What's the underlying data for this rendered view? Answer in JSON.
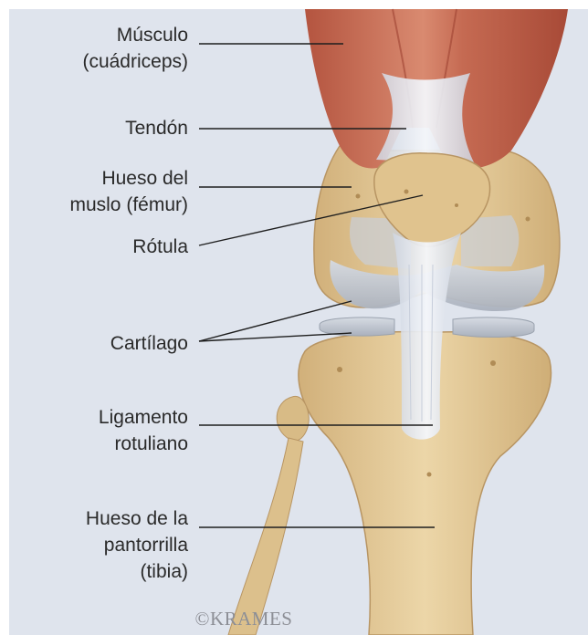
{
  "labels": {
    "muscle": [
      "Músculo",
      "(cuádriceps)"
    ],
    "tendon": [
      "Tendón"
    ],
    "femur": [
      "Hueso del",
      "muslo (fémur)"
    ],
    "patella": [
      "Rótula"
    ],
    "cartilage": [
      "Cartílago"
    ],
    "patellar_ligament": [
      "Ligamento",
      "rotuliano"
    ],
    "tibia": [
      "Hueso de la",
      "pantorrilla",
      "(tibia)"
    ]
  },
  "credit": "©KRAMES",
  "colors": {
    "background": "#dfe4ed",
    "muscle": "#c86f57",
    "bone": "#e3c693",
    "cartilage": "#b9bfc9",
    "tendon": "#eef1f6",
    "leader_line": "#1e1e1e"
  }
}
